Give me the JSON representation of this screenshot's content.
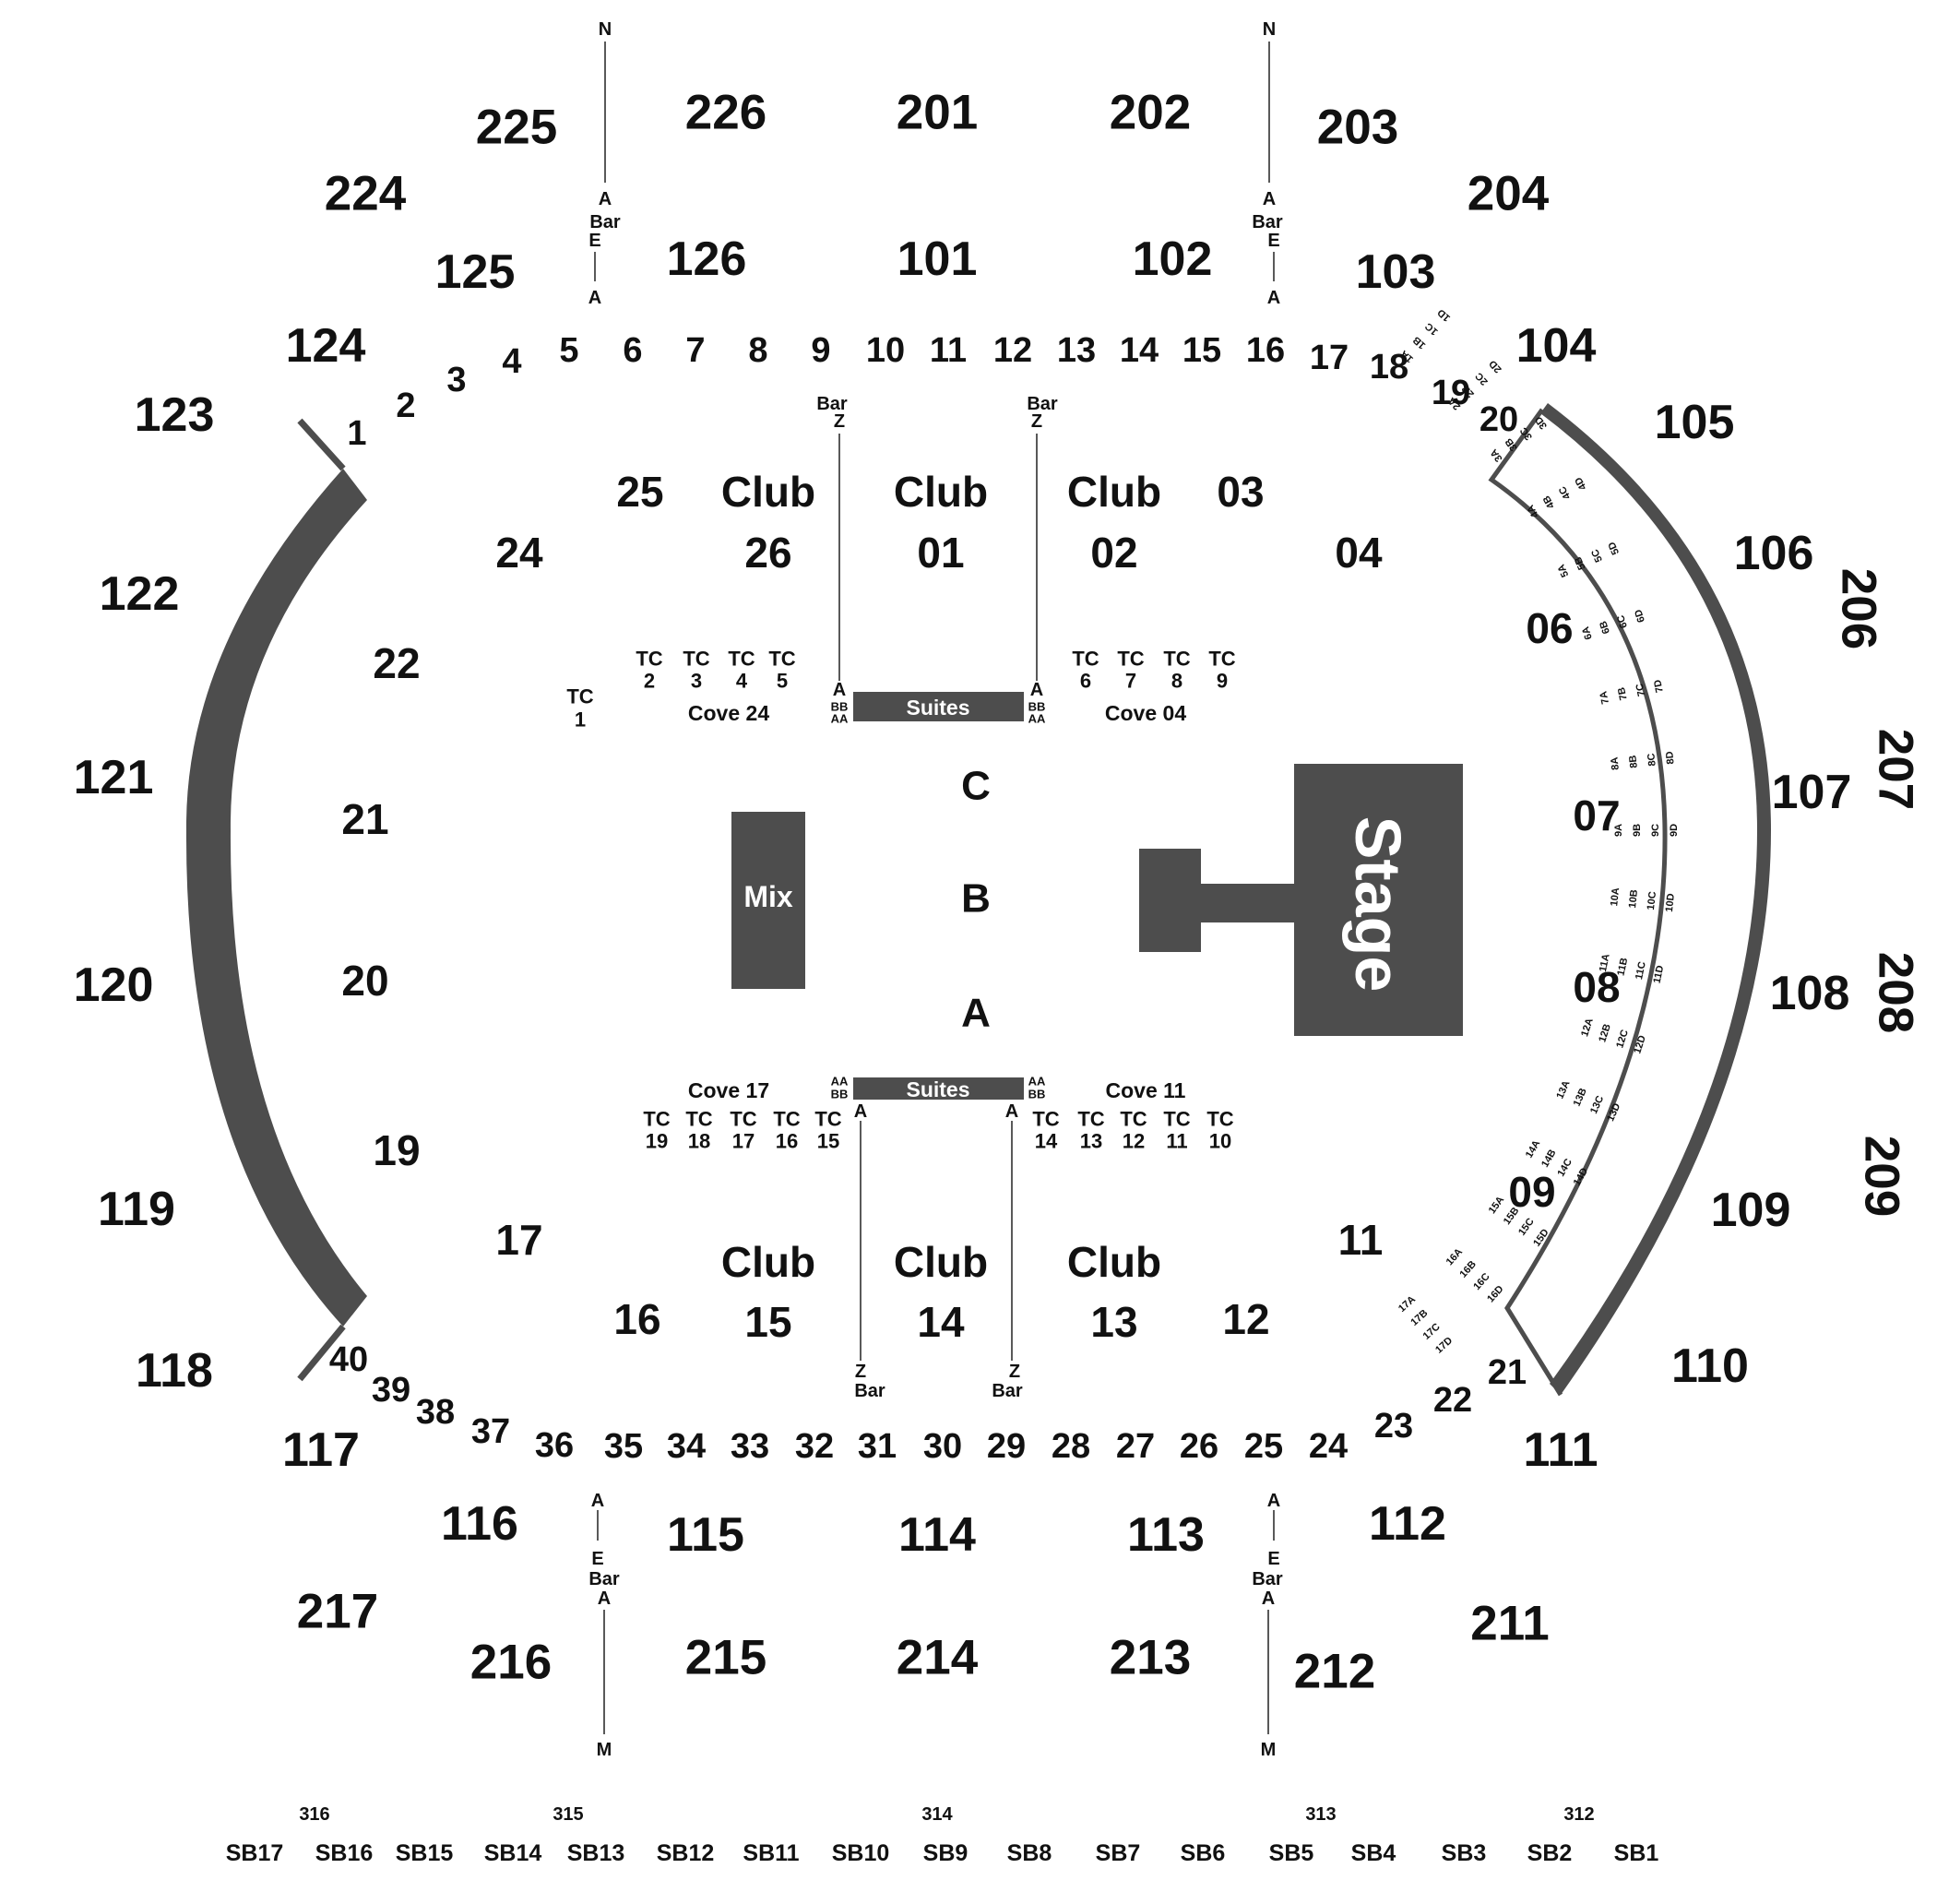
{
  "colors": {
    "shape": "#4d4d4d",
    "text": "#111111",
    "background": "#ffffff"
  },
  "sections_100": [
    "123",
    "122",
    "121",
    "120",
    "119",
    "118",
    "124",
    "125",
    "126",
    "101",
    "102",
    "103",
    "104",
    "105",
    "106",
    "107",
    "108",
    "109",
    "110",
    "111",
    "112",
    "113",
    "114",
    "115",
    "116",
    "117"
  ],
  "sections_200": [
    "225",
    "226",
    "201",
    "202",
    "203",
    "204",
    "224",
    "206",
    "207",
    "208",
    "209",
    "211",
    "212",
    "213",
    "214",
    "215",
    "216",
    "217"
  ],
  "rows": [
    "1",
    "2",
    "3",
    "4",
    "5",
    "6",
    "7",
    "8",
    "9",
    "10",
    "11",
    "12",
    "13",
    "14",
    "15",
    "16",
    "17",
    "18",
    "19",
    "20",
    "40",
    "39",
    "38",
    "37",
    "36",
    "35",
    "34",
    "33",
    "32",
    "31",
    "30",
    "29",
    "28",
    "27",
    "26",
    "25",
    "24",
    "23",
    "22",
    "21"
  ],
  "loge_boxes": [
    "25",
    "24",
    "22",
    "21",
    "20",
    "19",
    "17",
    "16",
    "03",
    "04",
    "06",
    "07",
    "08",
    "09",
    "11",
    "12"
  ],
  "clubs": [
    {
      "top": "Club",
      "num": "26"
    },
    {
      "top": "Club",
      "num": "01"
    },
    {
      "top": "Club",
      "num": "02"
    },
    {
      "top": "Club",
      "num": "15"
    },
    {
      "top": "Club",
      "num": "14"
    },
    {
      "top": "Club",
      "num": "13"
    }
  ],
  "table_clubs": [
    {
      "tc": "TC",
      "num": "1"
    },
    {
      "tc": "TC",
      "num": "2"
    },
    {
      "tc": "TC",
      "num": "3"
    },
    {
      "tc": "TC",
      "num": "4"
    },
    {
      "tc": "TC",
      "num": "5"
    },
    {
      "tc": "TC",
      "num": "6"
    },
    {
      "tc": "TC",
      "num": "7"
    },
    {
      "tc": "TC",
      "num": "8"
    },
    {
      "tc": "TC",
      "num": "9"
    },
    {
      "tc": "TC",
      "num": "19"
    },
    {
      "tc": "TC",
      "num": "18"
    },
    {
      "tc": "TC",
      "num": "17"
    },
    {
      "tc": "TC",
      "num": "16"
    },
    {
      "tc": "TC",
      "num": "15"
    },
    {
      "tc": "TC",
      "num": "14"
    },
    {
      "tc": "TC",
      "num": "13"
    },
    {
      "tc": "TC",
      "num": "12"
    },
    {
      "tc": "TC",
      "num": "11"
    },
    {
      "tc": "TC",
      "num": "10"
    }
  ],
  "coves": [
    "Cove 24",
    "Cove 04",
    "Cove 17",
    "Cove 11"
  ],
  "suites": "Suites",
  "suite_rows": [
    "A",
    "BB",
    "AA"
  ],
  "floor_sections": [
    "C",
    "B",
    "A"
  ],
  "mix": "Mix",
  "stage": "Stage",
  "bar_labels": {
    "n": "N",
    "a": "A",
    "bar": "Bar",
    "e": "E",
    "z": "Z",
    "m": "M"
  },
  "floor_seats": [
    [
      "1A",
      "1B",
      "1C",
      "1D"
    ],
    [
      "2A",
      "2B",
      "2C",
      "2D"
    ],
    [
      "3A",
      "3B",
      "3C",
      "3D"
    ],
    [
      "4A",
      "4B",
      "4C",
      "4D"
    ],
    [
      "5A",
      "5B",
      "5C",
      "5D"
    ],
    [
      "6A",
      "6B",
      "6C",
      "6D"
    ],
    [
      "7A",
      "7B",
      "7C",
      "7D"
    ],
    [
      "8A",
      "8B",
      "8C",
      "8D"
    ],
    [
      "9A",
      "9B",
      "9C",
      "9D"
    ],
    [
      "10A",
      "10B",
      "10C",
      "10D"
    ],
    [
      "11A",
      "11B",
      "11C",
      "11D"
    ],
    [
      "12A",
      "12B",
      "12C",
      "12D"
    ],
    [
      "13A",
      "13B",
      "13C",
      "13D"
    ],
    [
      "14A",
      "14B",
      "14C",
      "14D"
    ],
    [
      "15A",
      "15B",
      "15C",
      "15D"
    ],
    [
      "16A",
      "16B",
      "16C",
      "16D"
    ],
    [
      "17A",
      "17B",
      "17C",
      "17D"
    ]
  ],
  "sections_300": [
    "316",
    "315",
    "314",
    "313",
    "312"
  ],
  "skyboxes": [
    "SB17",
    "SB16",
    "SB15",
    "SB14",
    "SB13",
    "SB12",
    "SB11",
    "SB10",
    "SB9",
    "SB8",
    "SB7",
    "SB6",
    "SB5",
    "SB4",
    "SB3",
    "SB2",
    "SB1"
  ]
}
